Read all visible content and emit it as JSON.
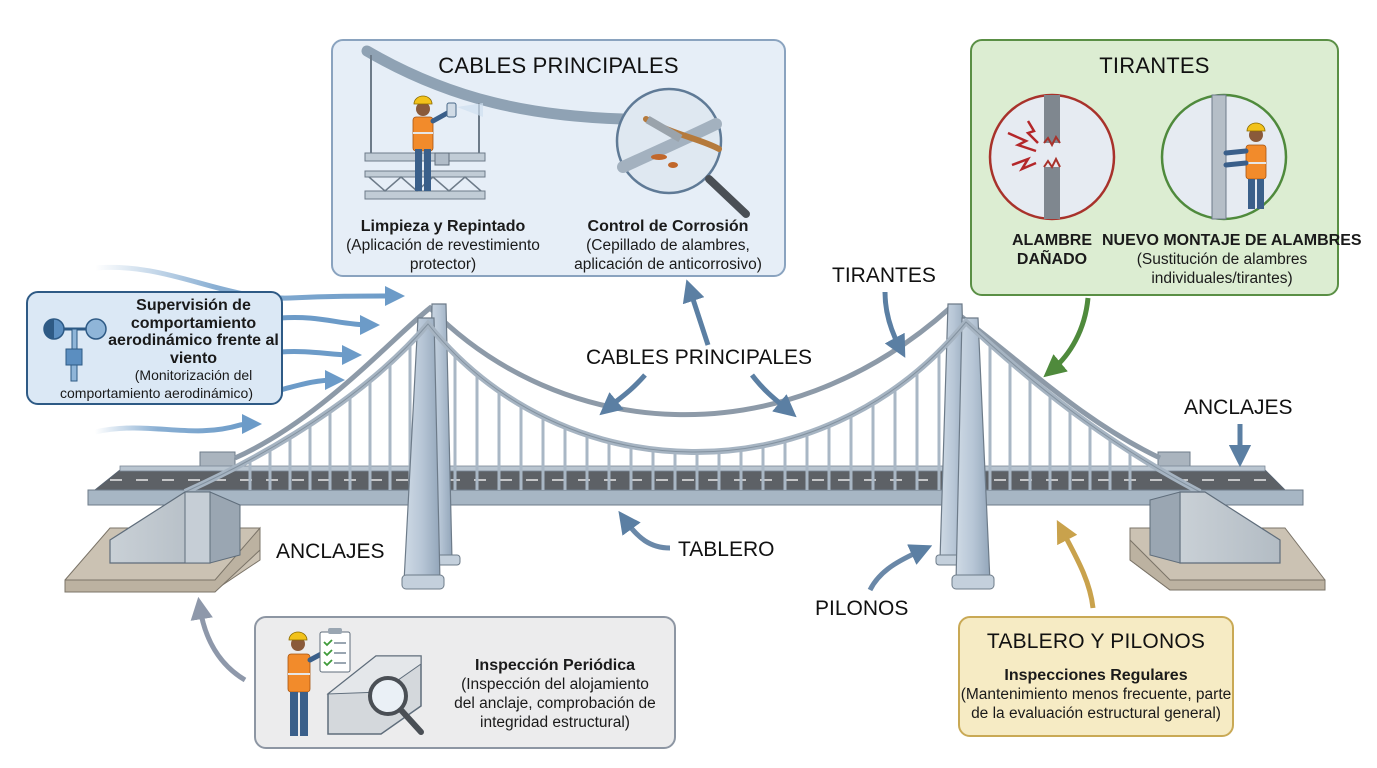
{
  "diagram": {
    "subject": "Mantenimiento de puente colgante",
    "colors": {
      "cables_panel_bg": "#e6eef7",
      "cables_panel_border": "#8aa3bf",
      "tirantes_panel_bg": "#dcedd2",
      "tirantes_panel_border": "#5a8f45",
      "wind_panel_bg": "#dbe8f5",
      "wind_panel_border": "#2e5a85",
      "anchor_panel_bg": "#ececed",
      "anchor_panel_border": "#8d96a3",
      "deck_panel_bg": "#f6ebc4",
      "deck_panel_border": "#c9a955",
      "arrow_blue": "#5b7fa3",
      "arrow_green": "#4f8a3c",
      "arrow_gold": "#c9a24c",
      "arrow_gray": "#8e98aa",
      "damage_red": "#a8322b"
    },
    "panels": {
      "cables": {
        "title": "CABLES PRINCIPALES",
        "left": {
          "heading": "Limpieza y Repintado",
          "line1": "(Aplicación de revestimiento",
          "line2": "protector)"
        },
        "right": {
          "heading": "Control de Corrosión",
          "line1": "(Cepillado de alambres,",
          "line2": "aplicación de anticorrosivo)"
        }
      },
      "tirantes": {
        "title": "TIRANTES",
        "left": {
          "heading_line1": "ALAMBRE",
          "heading_line2": "DAÑADO"
        },
        "right": {
          "heading": "NUEVO MONTAJE DE ALAMBRES",
          "line1": "(Sustitución de alambres",
          "line2": "individuales/tirantes)"
        }
      },
      "wind": {
        "heading_line1": "Supervisión de",
        "heading_line2": "comportamiento",
        "heading_line3": "aerodinámico frente al",
        "heading_line4": "viento",
        "line1": "(Monitorización del",
        "line2": "comportamiento aerodinámico)"
      },
      "anchor": {
        "heading": "Inspección Periódica",
        "line1": "(Inspección del alojamiento",
        "line2": "del anclaje, comprobación de",
        "line3": "integridad estructural)"
      },
      "deck": {
        "title": "TABLERO Y PILONOS",
        "heading": "Inspecciones Regulares",
        "line1": "(Mantenimiento menos frecuente, parte",
        "line2": "de la evaluación estructural general)"
      }
    },
    "labels": {
      "cables_principales": "CABLES PRINCIPALES",
      "tirantes": "TIRANTES",
      "anclajes_left": "ANCLAJES",
      "anclajes_right": "ANCLAJES",
      "tablero": "TABLERO",
      "pilonos": "PILONOS"
    },
    "icons": {
      "anemometer": "anemometer-icon",
      "worker_painting": "worker-spraying-icon",
      "magnifier_brush": "wire-brush-magnifier-icon",
      "broken_wire": "broken-wire-icon",
      "worker_rewiring": "worker-rewiring-icon",
      "worker_inspecting": "worker-clipboard-icon",
      "anchor_block": "anchor-block-magnifier-icon"
    }
  }
}
